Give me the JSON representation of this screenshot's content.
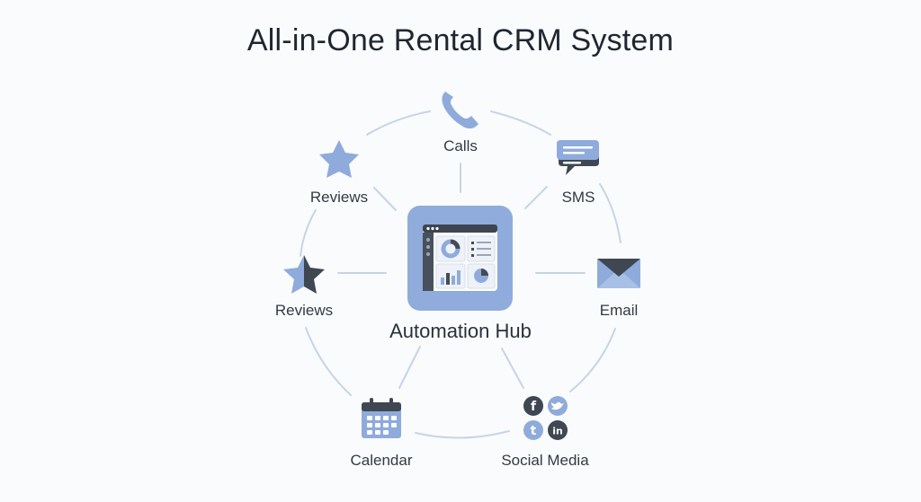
{
  "title": "All-in-One Rental CRM System",
  "hub": {
    "label": "Automation Hub",
    "icon": "dashboard-icon"
  },
  "nodes": [
    {
      "label": "Calls",
      "icon": "phone-icon"
    },
    {
      "label": "SMS",
      "icon": "chat-icon"
    },
    {
      "label": "Email",
      "icon": "envelope-icon"
    },
    {
      "label": "Social Media",
      "icon": "social-icons"
    },
    {
      "label": "Calendar",
      "icon": "calendar-icon"
    },
    {
      "label": "Reviews",
      "icon": "half-star-icon"
    },
    {
      "label": "Reviews",
      "icon": "star-icon"
    }
  ],
  "social": {
    "facebook": "f",
    "twitter": "",
    "tumblr": "t",
    "linkedin": "in"
  },
  "colors": {
    "accent": "#8fabdb",
    "dark": "#3f4753",
    "line": "#c5d3e6",
    "text": "#2f3640"
  }
}
